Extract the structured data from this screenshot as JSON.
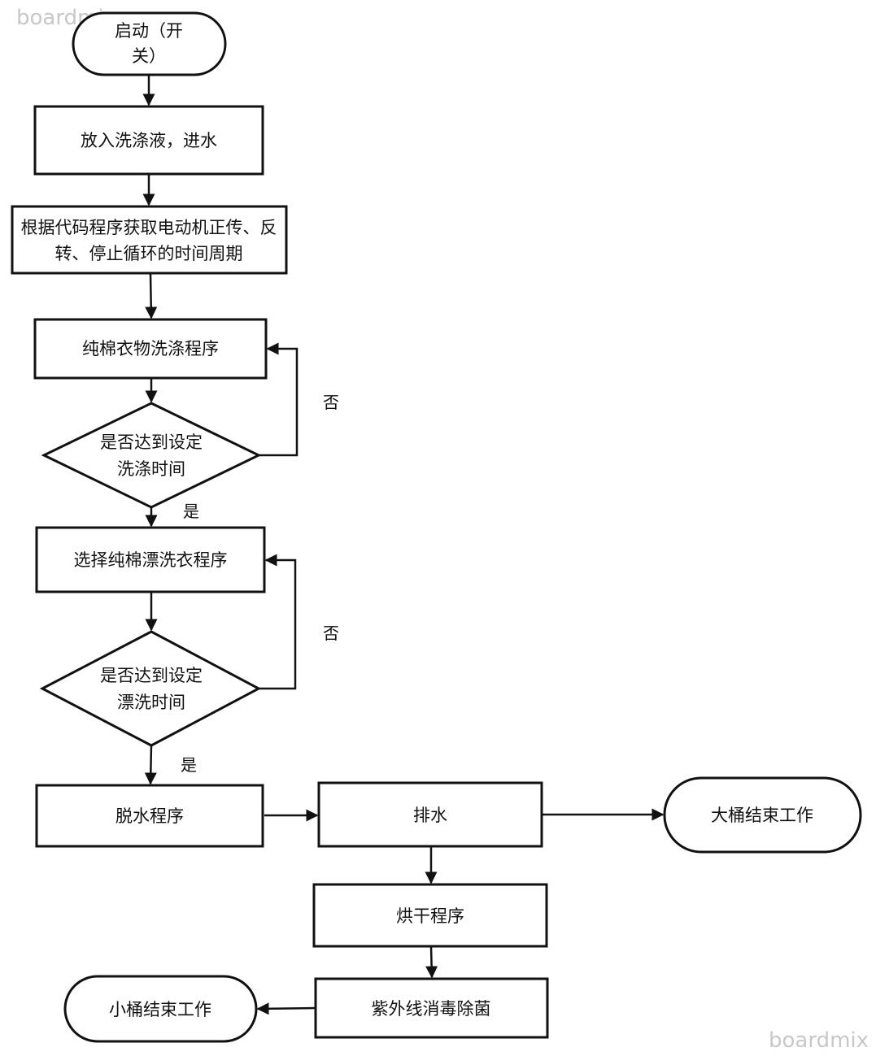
{
  "watermark": {
    "top_left": "boardmix",
    "bottom_right": "boardmix"
  },
  "nodes": {
    "start": {
      "line1": "启动（开",
      "line2": "关）"
    },
    "add_detergent": {
      "text": "放入洗涤液，进水"
    },
    "get_cycle": {
      "line1": "根据代码程序获取电动机正传、反",
      "line2": "转、停止循环的时间周期"
    },
    "cotton_wash": {
      "text": "纯棉衣物洗涤程序"
    },
    "check_wash": {
      "line1": "是否达到设定",
      "line2": "洗涤时间"
    },
    "cotton_rinse": {
      "text": "选择纯棉漂洗衣程序"
    },
    "check_rinse": {
      "line1": "是否达到设定",
      "line2": "漂洗时间"
    },
    "spin": {
      "text": "脱水程序"
    },
    "drain": {
      "text": "排水"
    },
    "big_end": {
      "text": "大桶结束工作"
    },
    "dry": {
      "text": "烘干程序"
    },
    "uv": {
      "text": "紫外线消毒除菌"
    },
    "small_end": {
      "text": "小桶结束工作"
    }
  },
  "edge_labels": {
    "wash_no": "否",
    "wash_yes": "是",
    "rinse_no": "否",
    "rinse_yes": "是"
  }
}
